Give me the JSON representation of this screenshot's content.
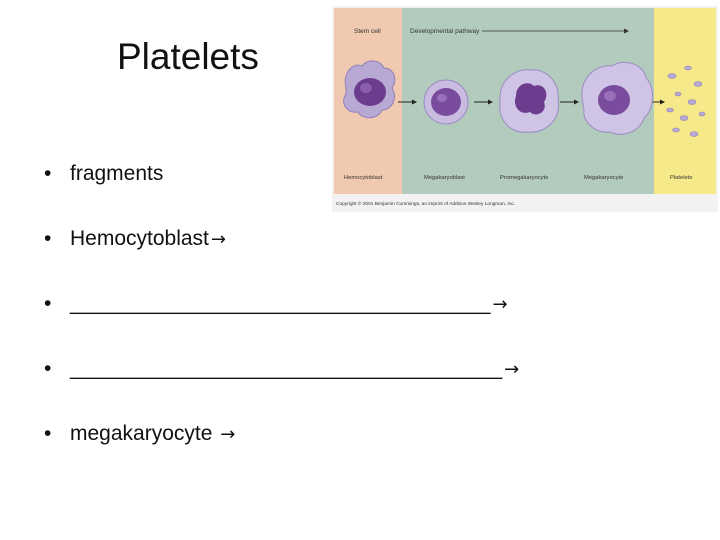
{
  "slide": {
    "title": "Platelets",
    "bullets": [
      {
        "text": "fragments",
        "arrow": ""
      },
      {
        "text": "Hemocytoblast",
        "arrow": "→"
      },
      {
        "text": "____________________________________",
        "arrow": "→"
      },
      {
        "text": "_____________________________________",
        "arrow": "→"
      },
      {
        "text": "megakaryocyte ",
        "arrow": "→"
      }
    ]
  },
  "figure": {
    "header_stem": "Stem cell",
    "header_pathway": "Developmental pathway",
    "labels": [
      "Hemocytoblast",
      "Megakaryoblast",
      "Promegakaryocyte",
      "Megakaryocyte",
      "Platelets"
    ],
    "copyright": "Copyright © 2001 Benjamin Cummings, an imprint of Addison Wesley Longman, Inc.",
    "colors": {
      "stem_panel": "#f1c9b1",
      "pathway_panel": "#b2cbbd",
      "platelet_panel": "#f5e98a",
      "cell": "#b8a9d4",
      "nucleus": "#6c3d8f"
    }
  }
}
